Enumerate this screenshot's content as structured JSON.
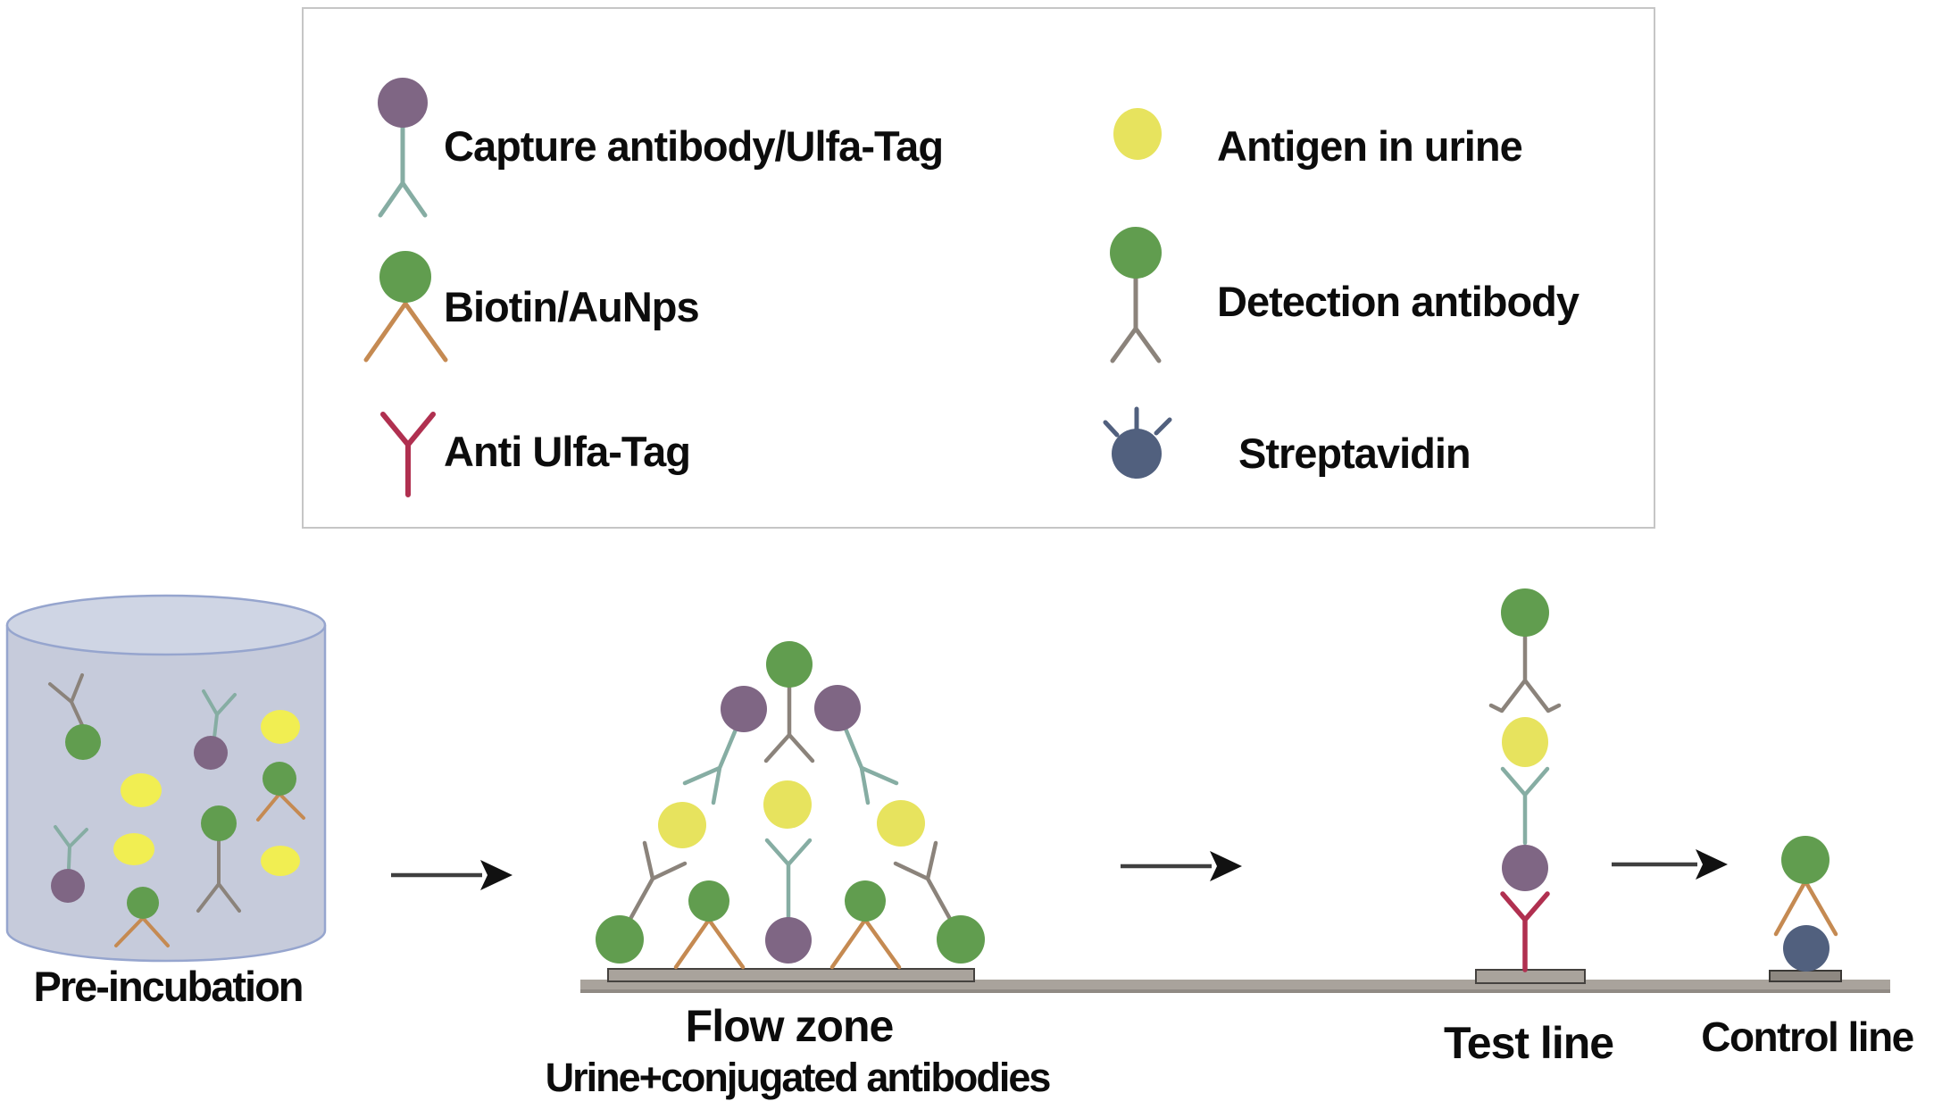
{
  "figure": {
    "legend": {
      "items": [
        {
          "label": "Capture antibody/Ulfa-Tag",
          "icon": "capture-antibody-icon"
        },
        {
          "label": "Biotin/AuNps",
          "icon": "biotin-aunps-icon"
        },
        {
          "label": "Anti Ulfa-Tag",
          "icon": "anti-ulfa-tag-icon"
        },
        {
          "label": "Antigen in urine",
          "icon": "antigen-icon"
        },
        {
          "label": "Detection antibody",
          "icon": "detection-antibody-icon"
        },
        {
          "label": "Streptavidin",
          "icon": "streptavidin-icon"
        }
      ]
    },
    "stages": {
      "pre_incubation": "Pre-incubation",
      "flow_zone_line1": "Flow zone",
      "flow_zone_line2": "Urine+conjugated antibodies",
      "test_line": "Test line",
      "control_line": "Control line"
    }
  },
  "palette": {
    "green": "#619d4f",
    "purple": "#7f6684",
    "yellow": "#e7e35e",
    "yellow_bright": "#f1ee52",
    "teal": "#86ada3",
    "gray_ab": "#8b837b",
    "orange": "#c58a52",
    "crimson": "#b03050",
    "navy": "#51607e",
    "beaker_fill": "#c6cbdb",
    "beaker_top": "#cfd5e4",
    "beaker_stroke": "#96a5ce",
    "membrane": "#a9a39c",
    "membrane_edge": "#908a84",
    "pad": "#a9a39c",
    "pad_dark": "#8e8881",
    "pad_border": "#45423f",
    "arrow": "#3f3f3f",
    "legend_border": "#c6c6c6",
    "text": "#0c0c0c"
  }
}
